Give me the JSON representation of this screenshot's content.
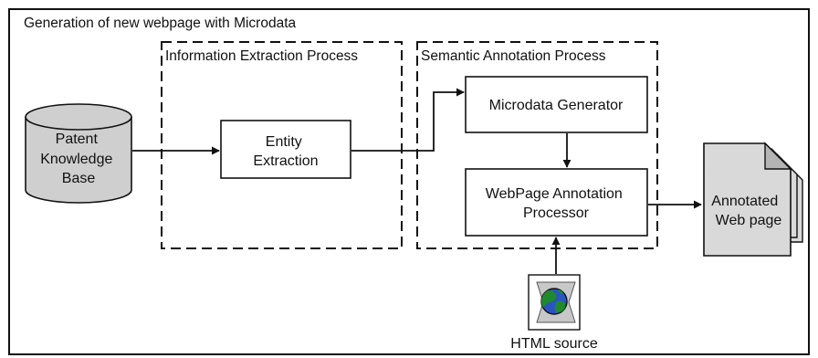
{
  "title": "Generation of new webpage with Microdata",
  "groups": {
    "information_extraction": "Information Extraction Process",
    "semantic_annotation": "Semantic Annotation Process"
  },
  "nodes": {
    "knowledge_base": {
      "lines": [
        "Patent",
        "Knowledge",
        "Base"
      ]
    },
    "entity_extraction": {
      "lines": [
        "Entity",
        "Extraction"
      ]
    },
    "microdata_generator": {
      "lines": [
        "Microdata Generator"
      ]
    },
    "annotation_processor": {
      "lines": [
        "WebPage Annotation",
        "Processor"
      ]
    },
    "annotated_page": {
      "lines": [
        "Annotated",
        "Web page"
      ]
    },
    "html_source": {
      "label": "HTML source",
      "icon": "globe-icon"
    }
  },
  "edges": [
    {
      "from": "knowledge_base",
      "to": "entity_extraction"
    },
    {
      "from": "entity_extraction",
      "to": "microdata_generator"
    },
    {
      "from": "microdata_generator",
      "to": "annotation_processor"
    },
    {
      "from": "html_source",
      "to": "annotation_processor"
    },
    {
      "from": "annotation_processor",
      "to": "annotated_page"
    }
  ],
  "colors": {
    "frame": "#111111",
    "cylinder_fill": "#cfcfcf",
    "document_fill": "#d9d9d9",
    "document_fold": "#b4b4b4",
    "globe_ocean": "#2a54c4",
    "globe_land": "#1f8a2c",
    "icon_background": "#c8c8c8"
  }
}
